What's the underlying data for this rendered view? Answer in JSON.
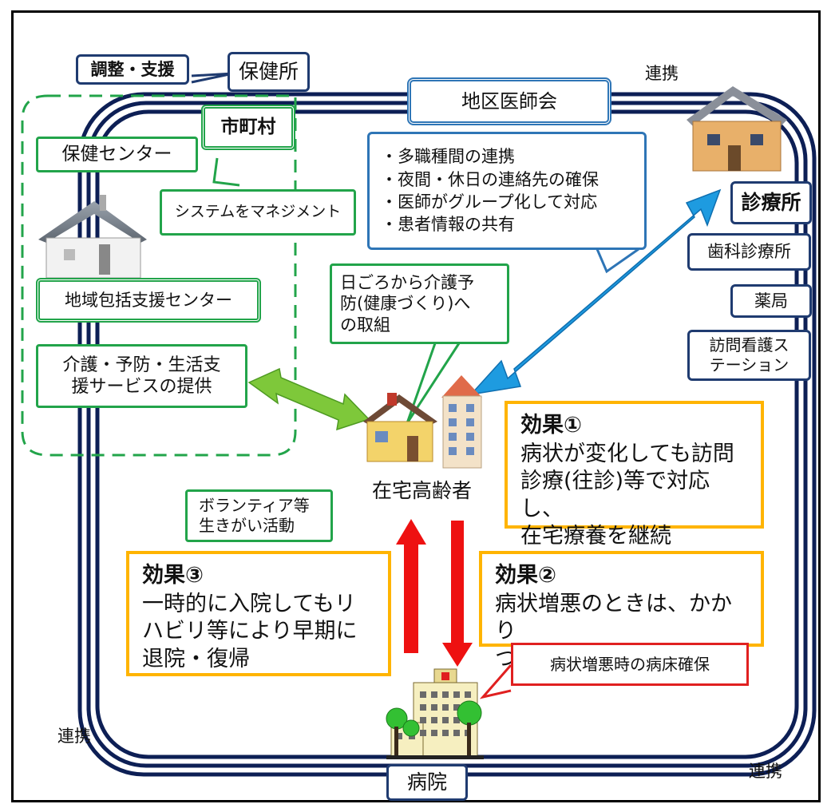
{
  "labels": {
    "chosei_shien": "調整・支援",
    "hokenjo": "保健所",
    "renkei_top": "連携",
    "chiku_ishikai": "地区医師会",
    "shichoson": "市町村",
    "hoken_center": "保健センター",
    "system_management": "システムをマネジメント",
    "chiiki_houkatsu": "地域包括支援センター",
    "kaigo_service": "介護・予防・生活支\n援サービスの提供",
    "renkei_points": "・多職種間の連携\n・夜間・休日の連絡先の確保\n・医師がグループ化して対応\n・患者情報の共有",
    "shinryojo": "診療所",
    "shika_shinryojo": "歯科診療所",
    "yakkyoku": "薬局",
    "houmon_kango": "訪問看護ス\nテーション",
    "higoro_kaigo": "日ごろから介護予\n防(健康づくり)へ\nの取組",
    "zaitaku_koureisha": "在宅高齢者",
    "volunteer": "ボランティア等\n生きがい活動",
    "byoushou_byoushou_kakuho": "病状増悪時の病床確保",
    "byouin": "病院",
    "renkei_left": "連携",
    "renkei_right": "連携"
  },
  "effects": [
    {
      "title": "効果①",
      "text": "病状が変化しても訪問\n診療(往診)等で対応し、\n在宅療養を継続"
    },
    {
      "title": "効果②",
      "text": "病状増悪のときは、かかり\nつけ医の判断等で入院"
    },
    {
      "title": "効果③",
      "text": "一時的に入院してもリ\nハビリ等により早期に\n退院・復帰"
    }
  ],
  "colors": {
    "ring": "#0d1f55",
    "blue_arrow": "#1e9be0",
    "green_arrow": "#7ec83a",
    "red_arrow": "#ee1111",
    "effect_border": "#ffb400",
    "dashed_green": "#22a44a"
  },
  "icons": [
    "house-icon",
    "apartment-icon",
    "clinic-house-icon",
    "hospital-icon"
  ]
}
